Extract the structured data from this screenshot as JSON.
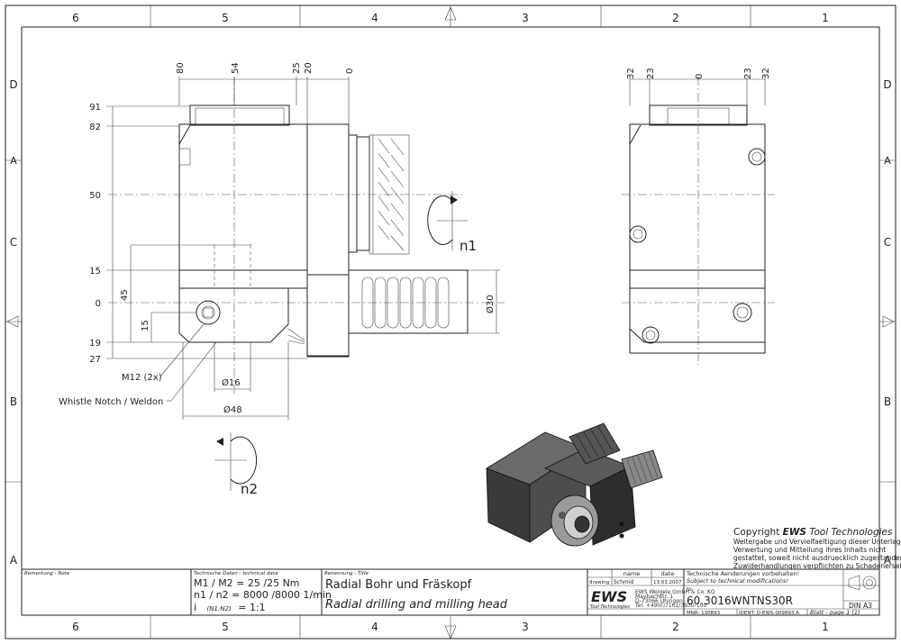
{
  "frame": {
    "columns": [
      "6",
      "5",
      "4",
      "3",
      "2",
      "1"
    ],
    "rows": [
      "D",
      "C",
      "B",
      "A"
    ]
  },
  "front_view": {
    "top_dims": [
      "80",
      "54",
      "25",
      "20",
      "0"
    ],
    "left_dims": [
      "91",
      "82",
      "50",
      "15",
      "0",
      "19",
      "27"
    ],
    "dim_45": "45",
    "dim_15": "15",
    "dim_dia30": "Ø30",
    "dim_dia16": "Ø16",
    "dim_dia48": "Ø48",
    "label_m12": "M12 (2x)",
    "label_whistle": "Whistle Notch / Weldon",
    "label_n1": "n1",
    "label_n2": "n2"
  },
  "side_view": {
    "top_dims": [
      "32",
      "23",
      "0",
      "23",
      "32"
    ]
  },
  "copyright": {
    "line1_prefix": "Copyright ",
    "brand": "EWS",
    "line1_suffix": " Tool Technologies",
    "lines": [
      "Weitergabe und Vervielfaeltigung dieser Unterlage,",
      "Verwertung und Mitteilung ihres Inhalts nicht",
      "gestattet, soweit nicht ausdruecklich zugestanden.",
      "Zuwiderhandlungen verpflichten zu Schadenersatz."
    ]
  },
  "title_block": {
    "note_label": "Bemerkung - Note",
    "tech_label": "Technische Daten - technical data",
    "tech_line1": "M1 / M2 = 25  /25  Nm",
    "tech_line2": "n1 / n2 = 8000 /8000  1/min",
    "tech_line3_a": "i",
    "tech_line3_b": "(N1:N2)",
    "tech_line3_c": "= 1:1",
    "title_label": "Benennung - Title",
    "title_de": "Radial Bohr und Fräskopf",
    "title_en": "Radial drilling and milling head",
    "col_name": "name",
    "col_date": "date",
    "row_drawing": "drawing",
    "drawn_by": "Schmid",
    "drawn_date": "13.03.2007",
    "company_logo": "EWS",
    "company_sub": "Tool Technologies",
    "company_lines": [
      "EWS Weigele GmbH & Co. KG",
      "Maybachstr. 1",
      "D-73066 Uhingen",
      "Tel: +49(0)7161/3930-100"
    ],
    "change_de": "Technische Aenderungen vorbehalten!",
    "change_en": "Subject to technical modifications!",
    "nr_label": "Nr.",
    "part_number": "60.3016WNTNS30R",
    "format": "DIN A3",
    "mnr": "MNR: 130893",
    "ident": "IDENT: D-EWS-009893 A",
    "sheet": "Blatt - page 1 (1)"
  }
}
